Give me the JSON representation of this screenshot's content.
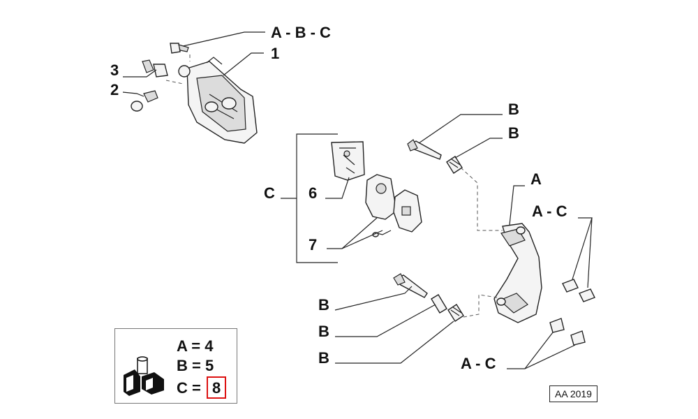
{
  "callouts": {
    "abc_top": "A - B - C",
    "part1": "1",
    "part3": "3",
    "part2": "2",
    "b1": "B",
    "b2": "B",
    "c_group": "C",
    "part6": "6",
    "part7": "7",
    "a": "A",
    "ac_right": "A - C",
    "b3": "B",
    "b4": "B",
    "b5": "B",
    "ac_bottom": "A - C"
  },
  "legend": {
    "rows": [
      {
        "key": "A",
        "eq": "=",
        "value": "4"
      },
      {
        "key": "B",
        "eq": "=",
        "value": "5"
      },
      {
        "key": "C",
        "eq": "=",
        "value": "8"
      }
    ],
    "highlight_color": "#dd1111"
  },
  "drawing_code": "AA 2019",
  "icons": {
    "legend": "parts-kit-icon"
  }
}
